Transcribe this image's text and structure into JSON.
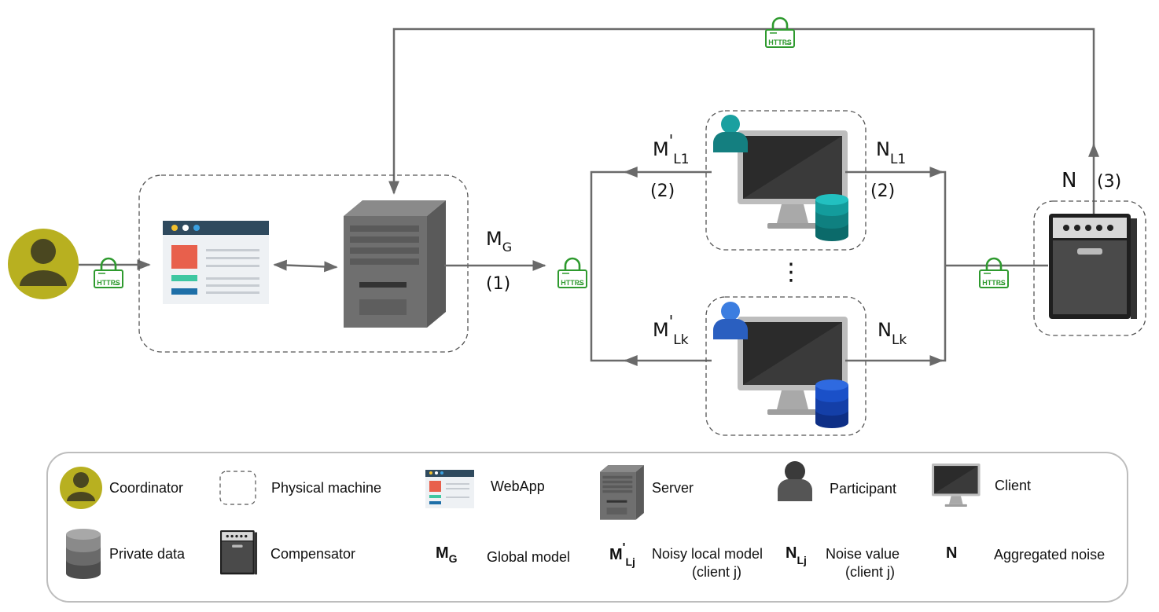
{
  "flow_labels": {
    "global_model": {
      "main": "M",
      "sub": "G"
    },
    "step1": "(1)",
    "noisy_model_1": {
      "main": "M",
      "prime": "'",
      "sub": "L1"
    },
    "noisy_model_k": {
      "main": "M",
      "prime": "'",
      "sub": "Lk"
    },
    "noise_1": {
      "main": "N",
      "sub": "L1"
    },
    "noise_k": {
      "main": "N",
      "sub": "Lk"
    },
    "step2_left": "(2)",
    "step2_right": "(2)",
    "aggregated": "N",
    "step3": "(3)",
    "ellipsis": "⋮"
  },
  "https_badge": "HTTPS",
  "legend": {
    "coordinator": "Coordinator",
    "physical_machine": "Physical machine",
    "webapp": "WebApp",
    "server": "Server",
    "participant": "Participant",
    "client": "Client",
    "private_data": "Private data",
    "compensator": "Compensator",
    "global_model_symbol": {
      "main": "M",
      "sub": "G"
    },
    "global_model": "Global model",
    "noisy_local_symbol": {
      "main": "M",
      "prime": "'",
      "sub": "Lj"
    },
    "noisy_local_line1": "Noisy local model",
    "noisy_local_line2": "(client j)",
    "noise_value_symbol": {
      "main": "N",
      "sub": "Lj"
    },
    "noise_value_line1": "Noise value",
    "noise_value_line2": "(client j)",
    "aggregated_symbol": "N",
    "aggregated_noise": "Aggregated noise"
  },
  "colors": {
    "arrow": "#6a6a6a",
    "https_green": "#2e9a2e",
    "coordinator_fill": "#b8b020",
    "participant_teal": "#1aa0a0",
    "participant_blue": "#2a6fd8",
    "db_teal": "#0f8c8c",
    "db_blue": "#1a4fc0"
  }
}
